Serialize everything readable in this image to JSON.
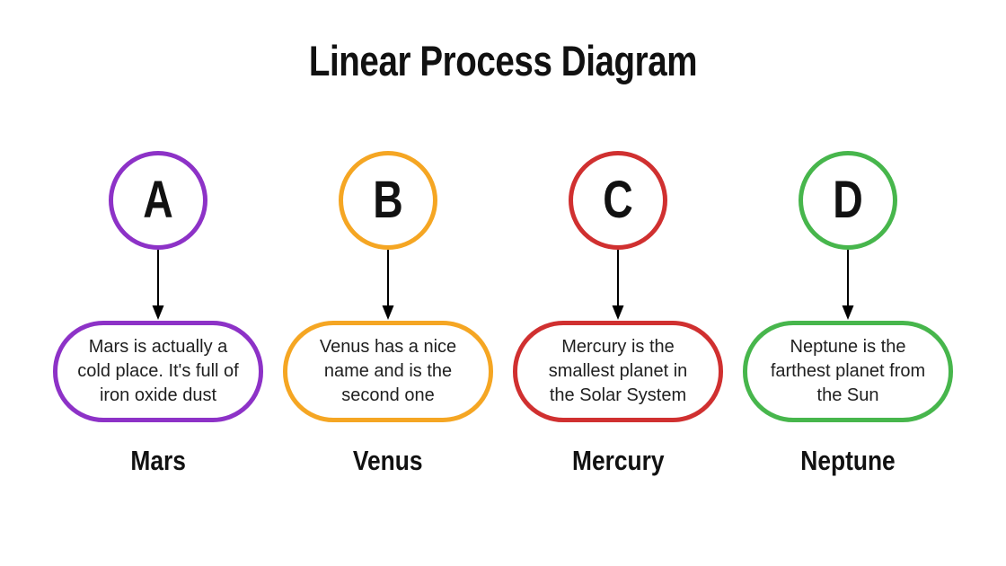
{
  "title": "Linear Process Diagram",
  "text_color": "#1f1f1f",
  "arrow_color": "#000000",
  "steps": [
    {
      "letter": "A",
      "color": "#8D32C7",
      "description": "Mars is actually a cold place. It's full of iron oxide dust",
      "label": "Mars"
    },
    {
      "letter": "B",
      "color": "#F5A623",
      "description": "Venus has a nice name and is the second one",
      "label": "Venus"
    },
    {
      "letter": "C",
      "color": "#D03030",
      "description": "Mercury is the smallest planet in the Solar System",
      "label": "Mercury"
    },
    {
      "letter": "D",
      "color": "#47B64C",
      "description": "Neptune is the farthest planet from the Sun",
      "label": "Neptune"
    }
  ]
}
